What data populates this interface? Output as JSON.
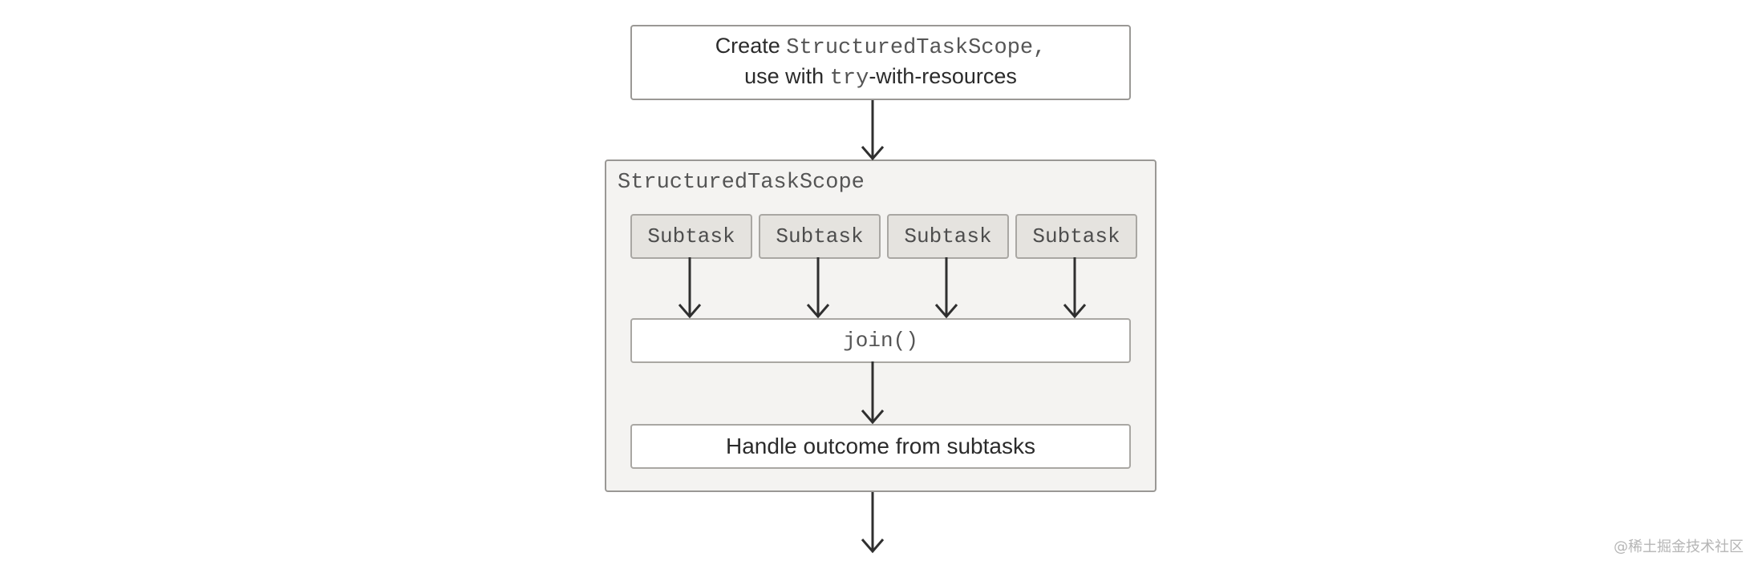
{
  "create_box": {
    "line1_prefix": "Create",
    "line1_code": "StructuredTaskScope",
    "line1_suffix": ",",
    "line2_prefix": "use with",
    "line2_code": "try",
    "line2_suffix": "-with-resources"
  },
  "scope": {
    "label": "StructuredTaskScope",
    "subtasks": [
      "Subtask",
      "Subtask",
      "Subtask",
      "Subtask"
    ],
    "join": "join()",
    "handle": "Handle outcome from subtasks"
  },
  "watermark": "@稀土掘金技术社区",
  "colors": {
    "border": "#9a9895",
    "scope_fill": "#f4f3f1",
    "subtask_fill": "#e5e3df",
    "arrow": "#2f2f2f"
  }
}
